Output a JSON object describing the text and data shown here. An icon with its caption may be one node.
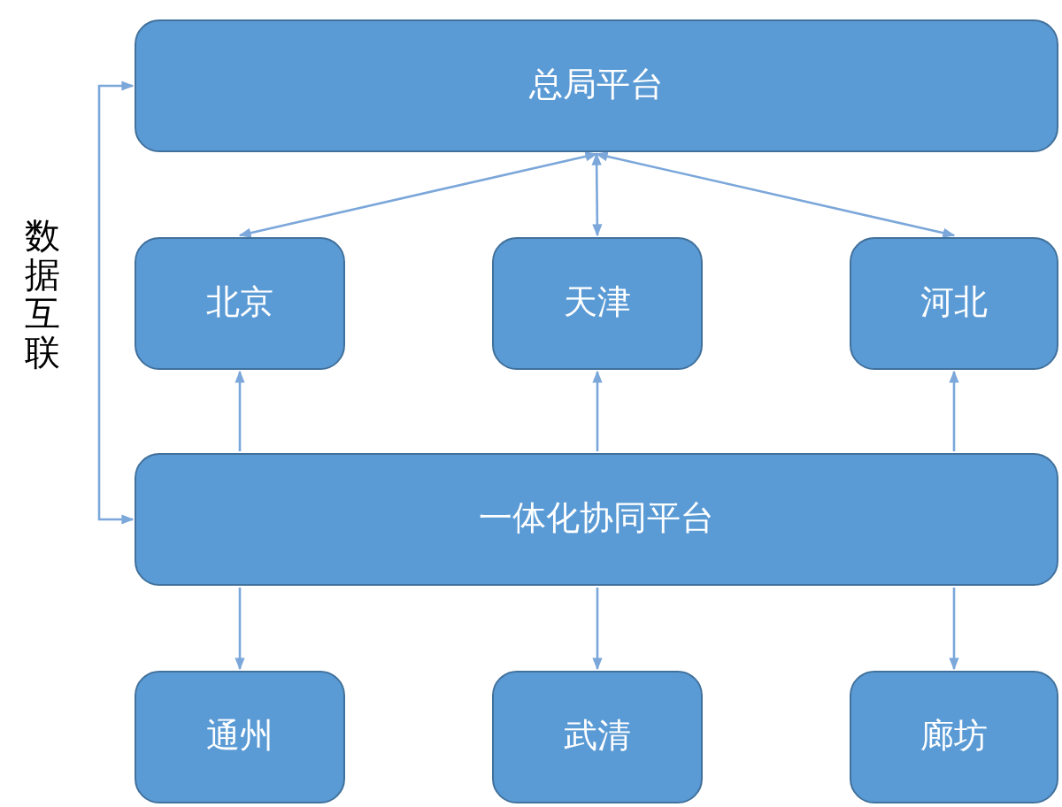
{
  "diagram": {
    "nodes": [
      {
        "text": [
          "总局平台"
        ]
      },
      {
        "text": [
          "北京"
        ]
      },
      {
        "text": [
          "天津"
        ]
      },
      {
        "text": [
          "河北"
        ]
      },
      {
        "text": [
          "一体化协同平台"
        ]
      },
      {
        "text": [
          "通州"
        ]
      },
      {
        "text": [
          "武清"
        ]
      },
      {
        "text": [
          "廊坊"
        ]
      }
    ],
    "edges": [
      {
        "from": 0,
        "to": 1,
        "arrow": "both"
      },
      {
        "from": 0,
        "to": 2,
        "arrow": "both"
      },
      {
        "from": 0,
        "to": 3,
        "arrow": "both"
      },
      {
        "from": 4,
        "to": 1,
        "arrow": "to"
      },
      {
        "from": 4,
        "to": 2,
        "arrow": "to"
      },
      {
        "from": 4,
        "to": 3,
        "arrow": "to"
      },
      {
        "from": 4,
        "to": 5,
        "arrow": "to"
      },
      {
        "from": 4,
        "to": 6,
        "arrow": "to"
      },
      {
        "from": 4,
        "to": 7,
        "arrow": "to"
      },
      {
        "from": 0,
        "to": 4,
        "arrow": "both",
        "label": "数据互联"
      }
    ]
  }
}
